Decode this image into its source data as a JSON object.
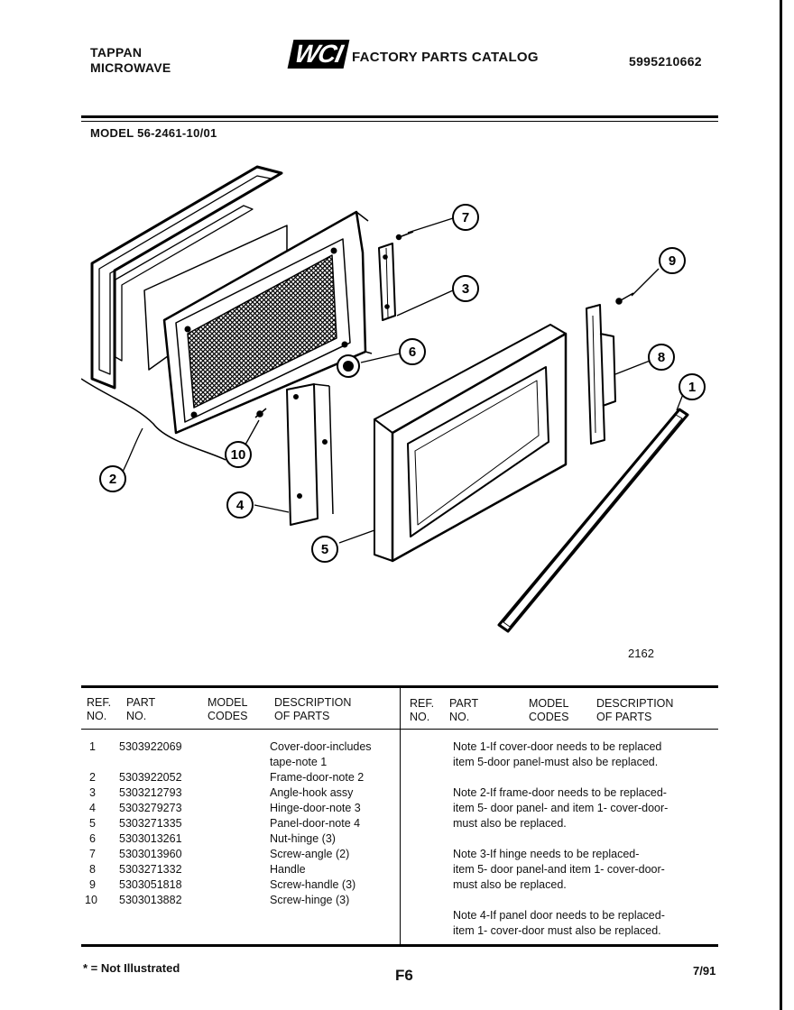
{
  "header": {
    "brand_line1": "TAPPAN",
    "brand_line2": "MICROWAVE",
    "logo_text": "WCI",
    "catalog_title": "FACTORY PARTS CATALOG",
    "catalog_number": "5995210662",
    "model_label": "MODEL 56-2461-10/01"
  },
  "diagram": {
    "figure_number": "2162",
    "callouts": [
      "1",
      "2",
      "3",
      "4",
      "5",
      "6",
      "7",
      "8",
      "9",
      "10"
    ]
  },
  "table": {
    "headers": {
      "ref_no": [
        "REF.",
        "NO."
      ],
      "part_no": [
        "PART",
        "NO."
      ],
      "model_codes": [
        "MODEL",
        "CODES"
      ],
      "description": [
        "DESCRIPTION",
        "OF PARTS"
      ]
    },
    "rows": [
      {
        "ref": "1",
        "part": "5303922069",
        "desc": "Cover-door-includes",
        "desc2": "tape-note 1"
      },
      {
        "ref": "2",
        "part": "5303922052",
        "desc": "Frame-door-note 2"
      },
      {
        "ref": "3",
        "part": "5303212793",
        "desc": "Angle-hook assy"
      },
      {
        "ref": "4",
        "part": "5303279273",
        "desc": "Hinge-door-note 3"
      },
      {
        "ref": "5",
        "part": "5303271335",
        "desc": "Panel-door-note 4"
      },
      {
        "ref": "6",
        "part": "5303013261",
        "desc": "Nut-hinge (3)"
      },
      {
        "ref": "7",
        "part": "5303013960",
        "desc": "Screw-angle (2)"
      },
      {
        "ref": "8",
        "part": "5303271332",
        "desc": "Handle"
      },
      {
        "ref": "9",
        "part": "5303051818",
        "desc": "Screw-handle (3)"
      },
      {
        "ref": "10",
        "part": "5303013882",
        "desc": "Screw-hinge (3)"
      }
    ],
    "notes": [
      {
        "line1": "Note 1-If cover-door needs to be replaced",
        "line2": "item 5-door panel-must also be replaced."
      },
      {
        "line1": "Note 2-If frame-door needs to be replaced-",
        "line2": "item 5- door panel- and item 1- cover-door-",
        "line3": "must also be replaced."
      },
      {
        "line1": "Note 3-If hinge needs to be replaced-",
        "line2": "item 5- door panel-and item 1- cover-door-",
        "line3": "must also be replaced."
      },
      {
        "line1": "Note 4-If panel door needs to be replaced-",
        "line2": "item 1- cover-door must also be replaced."
      }
    ]
  },
  "footer": {
    "not_illustrated": "* = Not Illustrated",
    "page_code": "F6",
    "date": "7/91"
  }
}
